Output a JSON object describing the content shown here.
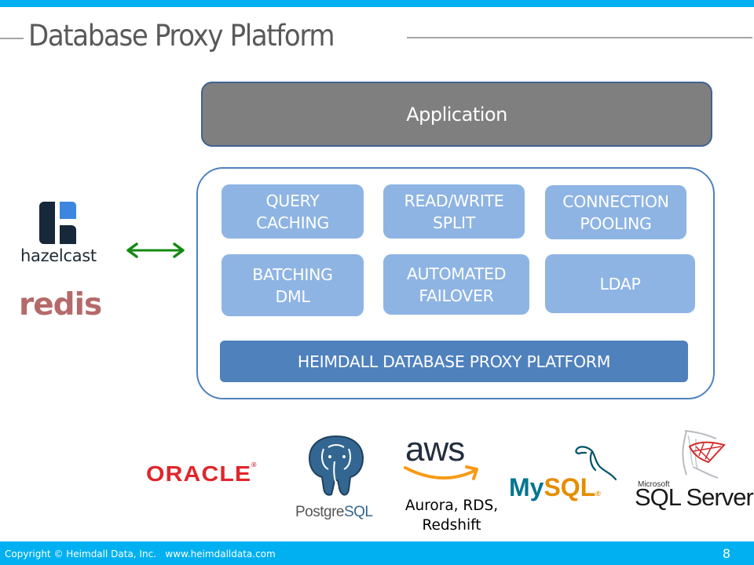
{
  "slide": {
    "title": "Database Proxy Platform",
    "page_number": "8"
  },
  "colors": {
    "accent_bar": "#00b0f0",
    "application_box": "#7f7f7f",
    "feature_box": "#8eb4e3",
    "platform_bar": "#4f81bd",
    "frame_border": "#4f81bd",
    "arrow": "#128a12"
  },
  "application": {
    "label": "Application"
  },
  "features": [
    {
      "label": "QUERY\nCACHING"
    },
    {
      "label": "READ/WRITE\nSPLIT"
    },
    {
      "label": "CONNECTION\nPOOLING"
    },
    {
      "label": "BATCHING\nDML"
    },
    {
      "label": "AUTOMATED\nFAILOVER"
    },
    {
      "label": "LDAP"
    }
  ],
  "platform": {
    "label": "HEIMDALL DATABASE PROXY PLATFORM"
  },
  "caches": {
    "hazelcast": "hazelcast",
    "redis": "redis",
    "connector_icon": "double-arrow-icon"
  },
  "databases": {
    "oracle": "ORACLE",
    "postgres_prefix": "Postgre",
    "postgres_suffix": "SQL",
    "aws": "aws",
    "aws_caption": "Aurora, RDS,\nRedshift",
    "mysql_my": "My",
    "mysql_sql": "SQL",
    "sqlserver_vendor": "Microsoft",
    "sqlserver_name": "SQL Server"
  },
  "footer": {
    "copyright": "Copyright © Heimdall Data, Inc.   www.heimdalldata.com"
  }
}
